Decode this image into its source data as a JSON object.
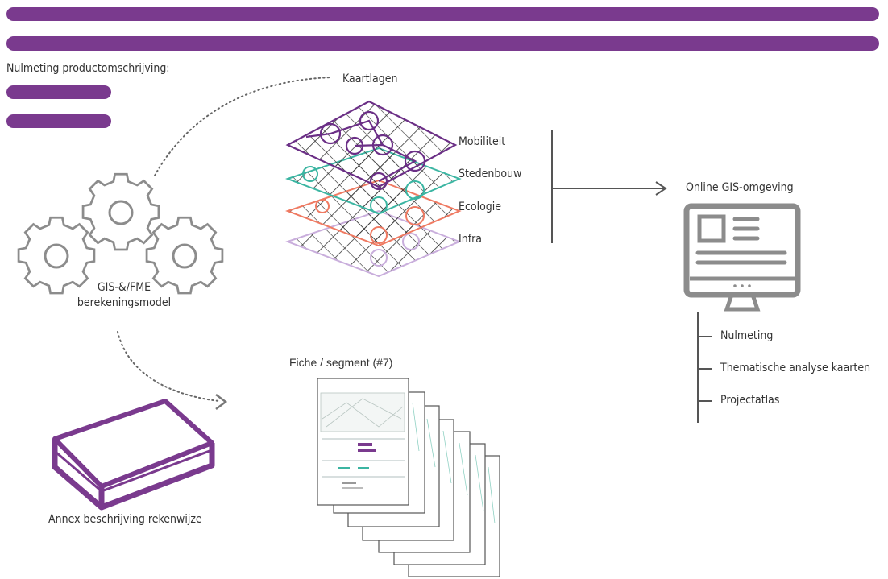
{
  "header": {
    "title": "Nulmeting productomschrijving:"
  },
  "gis_model": {
    "label_line1": "GIS-&/FME",
    "label_line2": "berekeningsmodel"
  },
  "map_layers": {
    "title": "Kaartlagen",
    "layers": [
      {
        "label": "Mobiliteit",
        "color": "#6b2f86"
      },
      {
        "label": "Stedenbouw",
        "color": "#3bb5a2"
      },
      {
        "label": "Ecologie",
        "color": "#ef7a62"
      },
      {
        "label": "Infra",
        "color": "#c9aedc"
      }
    ]
  },
  "online_gis": {
    "title": "Online GIS-omgeving",
    "outputs": [
      "Nulmeting",
      "Thematische analyse kaarten",
      "Projectatlas"
    ]
  },
  "fiche": {
    "title": "Fiche / segment (#7)"
  },
  "annex": {
    "label": "Annex beschrijving rekenwijze"
  },
  "colors": {
    "brand_purple": "#7a3a8e",
    "icon_gray": "#8c8c8c"
  }
}
